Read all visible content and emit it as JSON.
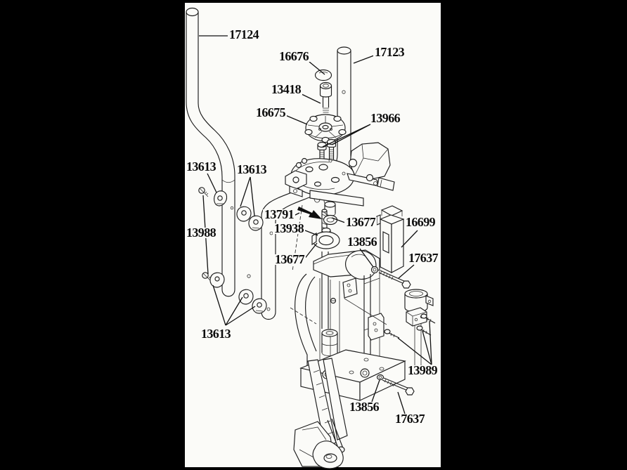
{
  "meta": {
    "title": "Exploded parts diagram of a progressive reloading press",
    "background_color": "#000000",
    "paper_color": "#fbfbf8",
    "ink_color": "#1c1c1c",
    "label_color": "#0d0d0d"
  },
  "labels": {
    "l17124": "17124",
    "l16676": "16676",
    "l17123": "17123",
    "l13418": "13418",
    "l16675": "16675",
    "l13966": "13966",
    "l13613_a": "13613",
    "l13613_b": "13613",
    "l13988": "13988",
    "l13791": "13791",
    "l13938": "13938",
    "l13677_top": "13677",
    "l16699": "16699",
    "l13856_top": "13856",
    "l17637_top": "17637",
    "l13677_mid": "13677",
    "l13613_c": "13613",
    "l13989": "13989",
    "l13856_bottom": "13856",
    "l17637_bottom": "17637"
  }
}
